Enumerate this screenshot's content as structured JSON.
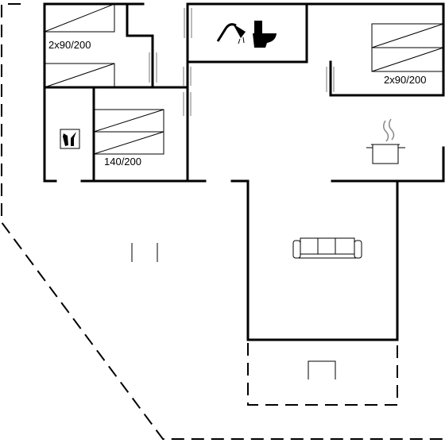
{
  "rooms": {
    "bedroom_top_left": {
      "bed_label": "2x90/200"
    },
    "bedroom_right": {
      "bed_label": "2x90/200"
    },
    "bedroom_small": {
      "bed_label": "140/200"
    }
  },
  "icons": {
    "bathroom": [
      "shower-icon",
      "toilet-icon"
    ],
    "kitchen": [
      "cooking-pot-icon"
    ],
    "living": [
      "sofa-icon"
    ],
    "utility": [
      "wine-bottles-icon"
    ],
    "terrace": [
      "garden-furniture-icon"
    ]
  }
}
